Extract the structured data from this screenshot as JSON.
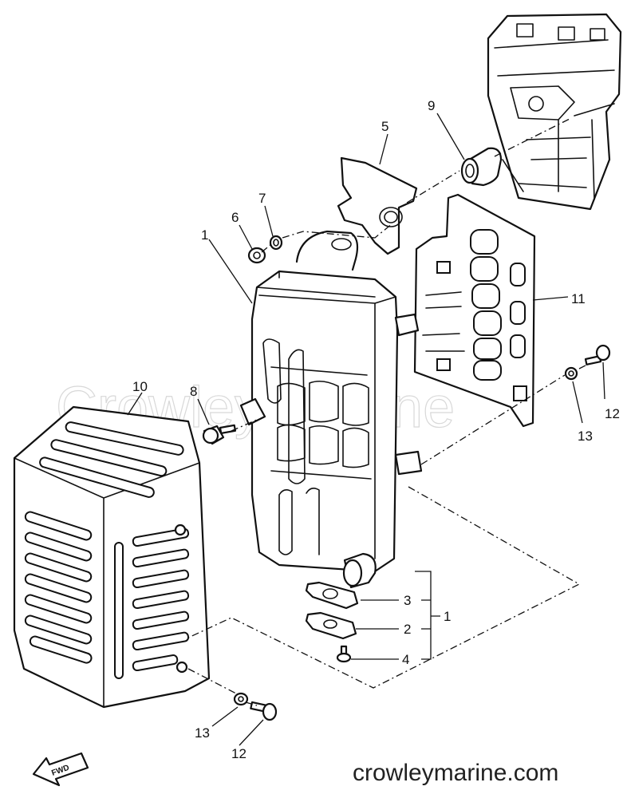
{
  "watermark": "Crowley Marine",
  "footer": "crowleymarine.com",
  "fwd_label": "FWD",
  "callouts": [
    {
      "id": "c1a",
      "text": "1"
    },
    {
      "id": "c5",
      "text": "5"
    },
    {
      "id": "c9",
      "text": "9"
    },
    {
      "id": "c7",
      "text": "7"
    },
    {
      "id": "c6",
      "text": "6"
    },
    {
      "id": "c11",
      "text": "11"
    },
    {
      "id": "c10",
      "text": "10"
    },
    {
      "id": "c8",
      "text": "8"
    },
    {
      "id": "c12a",
      "text": "12"
    },
    {
      "id": "c13a",
      "text": "13"
    },
    {
      "id": "c3",
      "text": "3"
    },
    {
      "id": "c2",
      "text": "2"
    },
    {
      "id": "c1b",
      "text": "1"
    },
    {
      "id": "c4",
      "text": "4"
    },
    {
      "id": "c13b",
      "text": "13"
    },
    {
      "id": "c12b",
      "text": "12"
    }
  ]
}
